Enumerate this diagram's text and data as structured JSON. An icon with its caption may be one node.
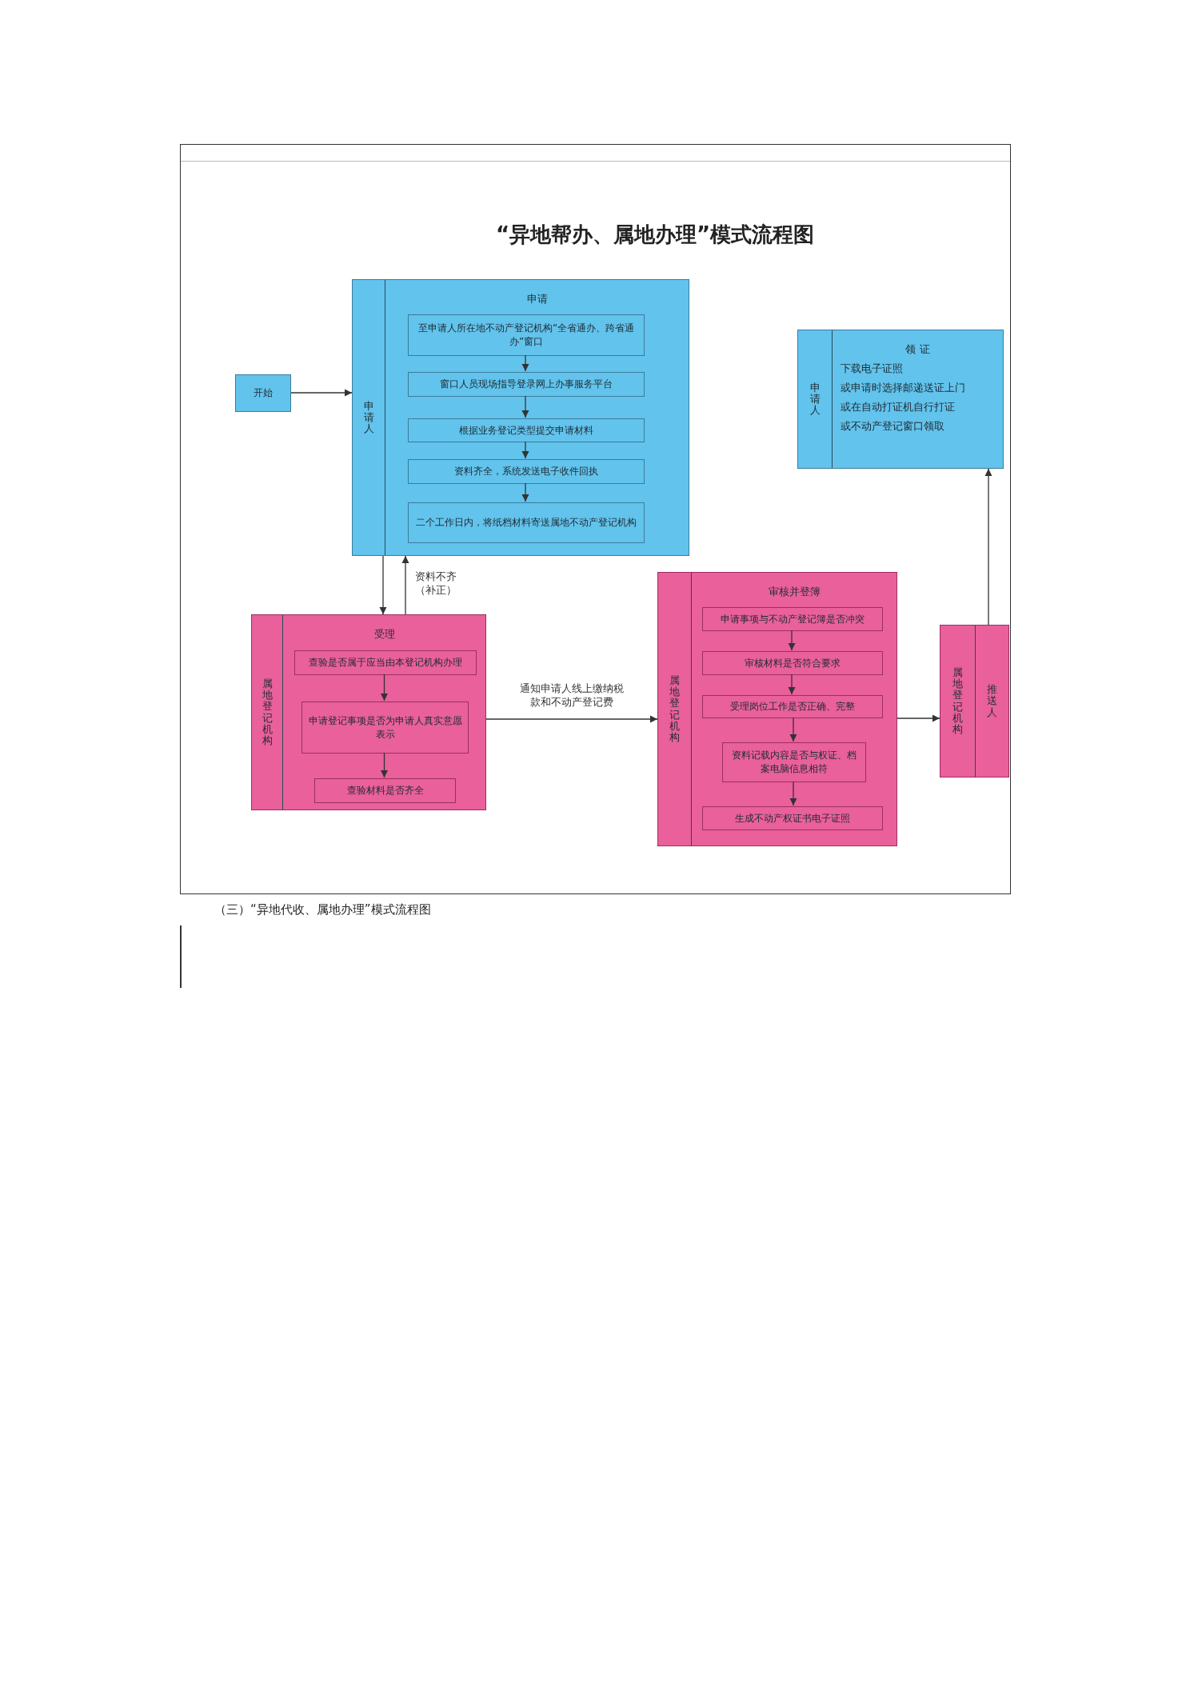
{
  "diagram": {
    "title": "“异地帮办、属地办理”模式流程图",
    "caption": "（三）“异地代收、属地办理”模式流程图",
    "nodes": [
      {
        "text": [
          "开始"
        ]
      },
      {
        "text": [
          "申请人",
          "申请"
        ]
      },
      {
        "text": [
          "至申请人所在地不动产登记机构“全省通办、跨省通办”窗口"
        ],
        "in": 1
      },
      {
        "text": [
          "窗口人员现场指导登录网上办事服务平台"
        ],
        "in": 1
      },
      {
        "text": [
          "根据业务登记类型提交申请材料"
        ],
        "in": 1
      },
      {
        "text": [
          "资料齐全，系统发送电子收件回执"
        ],
        "in": 1
      },
      {
        "text": [
          "二个工作日内，将纸档材料寄送属地不动产登记机构"
        ],
        "in": 1
      },
      {
        "text": [
          "属地登记机构",
          "受理"
        ]
      },
      {
        "text": [
          "查验是否属于应当由本登记机构办理"
        ],
        "in": 7
      },
      {
        "text": [
          "申请登记事项是否为申请人真实意愿表示"
        ],
        "in": 7
      },
      {
        "text": [
          "查验材料是否齐全"
        ],
        "in": 7
      },
      {
        "text": [
          "属地登记机构",
          "审核并登簿"
        ]
      },
      {
        "text": [
          "申请事项与不动产登记簿是否冲突"
        ],
        "in": 11
      },
      {
        "text": [
          "审核材料是否符合要求"
        ],
        "in": 11
      },
      {
        "text": [
          "受理岗位工作是否正确、完整"
        ],
        "in": 11
      },
      {
        "text": [
          "资料记载内容是否与权证、档案电脑信息相符"
        ],
        "in": 11
      },
      {
        "text": [
          "生成不动产权证书电子证照"
        ],
        "in": 11
      },
      {
        "text": [
          "属地登记机构",
          "推送人"
        ]
      },
      {
        "text": [
          "申请人",
          "领 证",
          "下载电子证照",
          "或申请时选择邮递送证上门",
          "或在自动打证机自行打证",
          "或不动产登记窗口领取"
        ]
      }
    ],
    "edges": [
      {
        "from": 0,
        "to": 1,
        "arrow": "to"
      },
      {
        "from": 2,
        "to": 3,
        "arrow": "to"
      },
      {
        "from": 3,
        "to": 4,
        "arrow": "to"
      },
      {
        "from": 4,
        "to": 5,
        "arrow": "to"
      },
      {
        "from": 5,
        "to": 6,
        "arrow": "to"
      },
      {
        "from": 1,
        "to": 7,
        "arrow": "to"
      },
      {
        "from": 7,
        "to": 1,
        "arrow": "to",
        "label": "资料不齐（补正）"
      },
      {
        "from": 8,
        "to": 9,
        "arrow": "to"
      },
      {
        "from": 9,
        "to": 10,
        "arrow": "to"
      },
      {
        "from": 7,
        "to": 11,
        "arrow": "to",
        "label": "通知申请人线上缴纳税款和不动产登记费"
      },
      {
        "from": 12,
        "to": 13,
        "arrow": "to"
      },
      {
        "from": 13,
        "to": 14,
        "arrow": "to"
      },
      {
        "from": 14,
        "to": 15,
        "arrow": "to"
      },
      {
        "from": 15,
        "to": 16,
        "arrow": "to"
      },
      {
        "from": 11,
        "to": 17,
        "arrow": "to"
      },
      {
        "from": 17,
        "to": 18,
        "arrow": "to"
      }
    ]
  }
}
